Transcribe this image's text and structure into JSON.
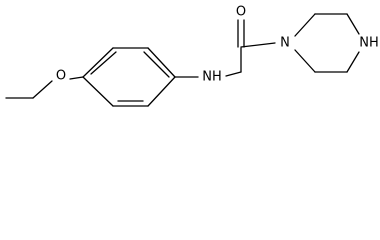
{
  "structure": {
    "atoms": {
      "ether_oxygen": "O",
      "carbonyl_oxygen": "O",
      "amide_nitrogen": "NH",
      "ring_nitrogen": "N",
      "ring_nh": "NH"
    }
  }
}
